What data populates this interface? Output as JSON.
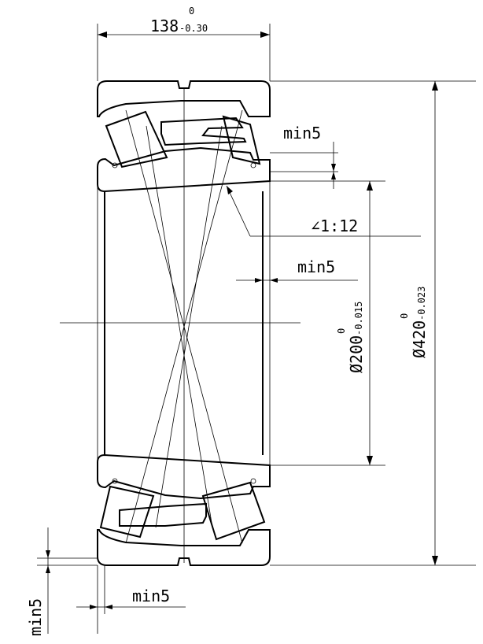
{
  "dimensions": {
    "width": {
      "nominal": "138",
      "upper": "0",
      "lower": "-0.30"
    },
    "bore": {
      "nominal": "Ø200",
      "upper": "0",
      "lower": "-0.015"
    },
    "outer": {
      "nominal": "Ø420",
      "upper": "0",
      "lower": "-0.023"
    },
    "taper": "∠1:12",
    "chamfers": {
      "outer_ring_radial": "min5",
      "inner_ring_axial": "min5",
      "bottom_axial": "min5",
      "bottom_radial": "min5"
    }
  },
  "colors": {
    "line": "#000000",
    "background": "#ffffff"
  }
}
